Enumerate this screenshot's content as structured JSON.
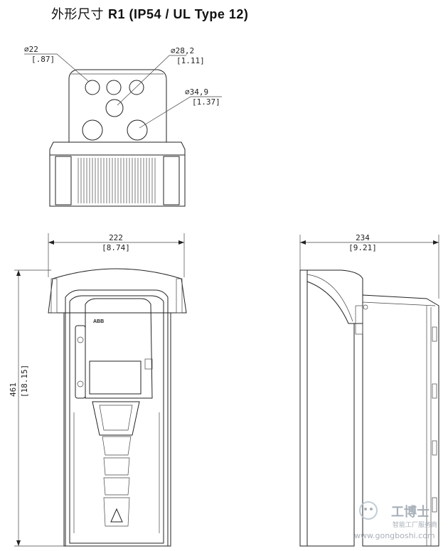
{
  "title": {
    "prefix": "外形尺寸",
    "model": "R1 (IP54 / UL Type 12)"
  },
  "top_view": {
    "hole_a": {
      "mm": "⌀22",
      "inch": "[.87]"
    },
    "hole_b": {
      "mm": "⌀28,2",
      "inch": "[1.11]"
    },
    "hole_c": {
      "mm": "⌀34,9",
      "inch": "[1.37]"
    }
  },
  "front_view": {
    "width": {
      "mm": "222",
      "inch": "[8.74]"
    },
    "height": {
      "mm": "461",
      "inch": "[18.15]"
    },
    "brand": "ABB"
  },
  "side_view": {
    "depth": {
      "mm": "234",
      "inch": "[9.21]"
    }
  },
  "watermark": {
    "name": "工博士",
    "tagline": "智能工厂服务商",
    "url": "www.gongboshi.com"
  }
}
